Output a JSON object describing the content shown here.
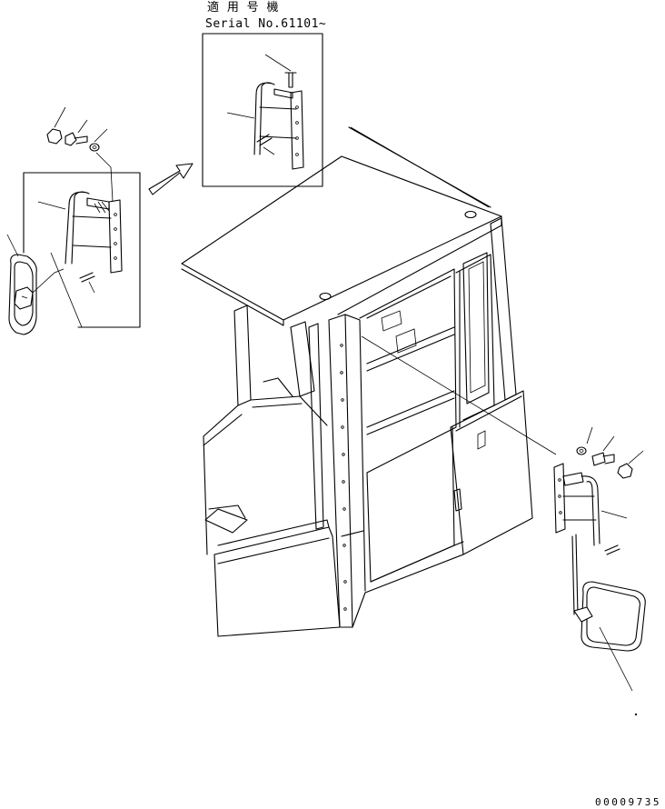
{
  "serial_note": {
    "line1": "適 用 号 機",
    "line2": "Serial No.61101~"
  },
  "drawing_number": "00009735"
}
